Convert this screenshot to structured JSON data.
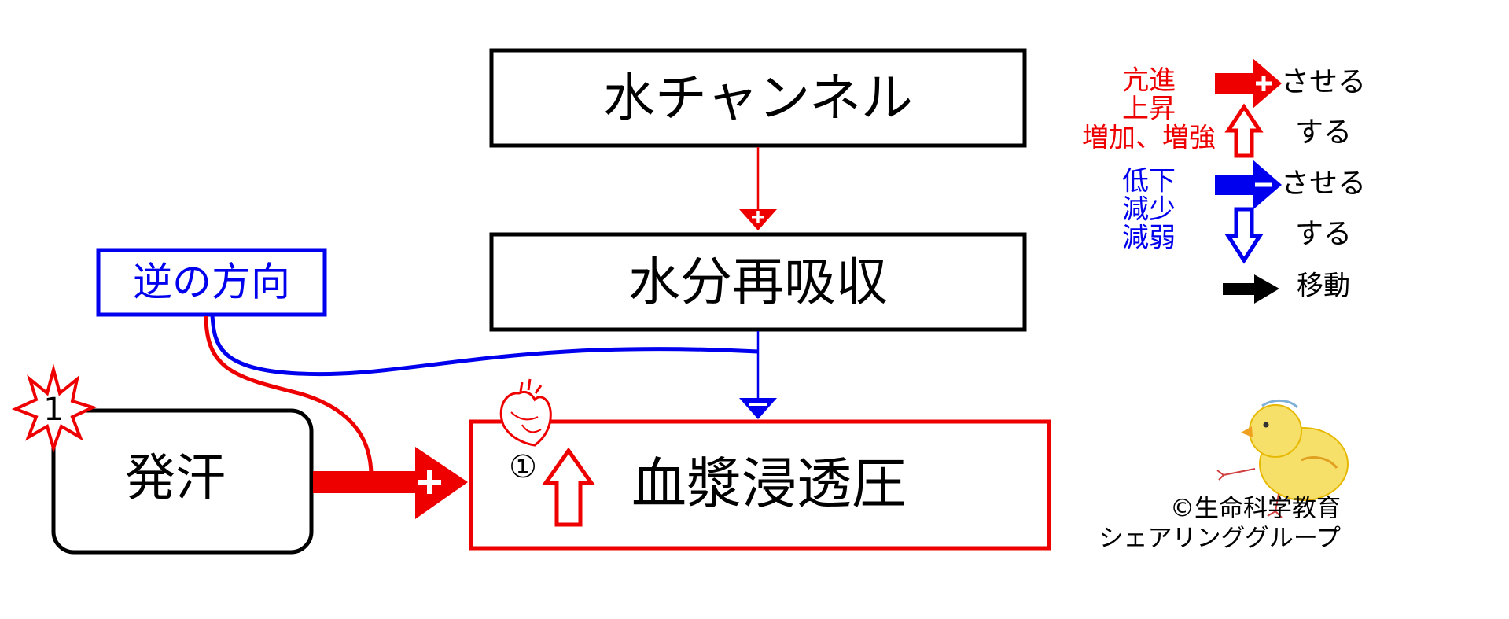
{
  "nodes": {
    "water_channel": "水チャンネル",
    "water_reabsorption": "水分再吸収",
    "plasma_osmotic_pressure": "血漿浸透圧",
    "sweating": "発汗",
    "reverse_direction": "逆の方向"
  },
  "markers": {
    "sweating_badge": "1",
    "plasma_badge": "①"
  },
  "legend": {
    "increase_lines": [
      "亢進",
      "上昇",
      "増加、増強"
    ],
    "decrease_lines": [
      "低下",
      "減少",
      "減弱"
    ],
    "promote_increase": "させる",
    "self_increase": "する",
    "promote_decrease": "させる",
    "self_decrease": "する",
    "move": "移動"
  },
  "credit": {
    "line1": "©生命科学教育",
    "line2": "シェアリンググループ"
  },
  "colors": {
    "increase": "#ee0000",
    "decrease": "#0000ee",
    "neutral": "#000000"
  }
}
